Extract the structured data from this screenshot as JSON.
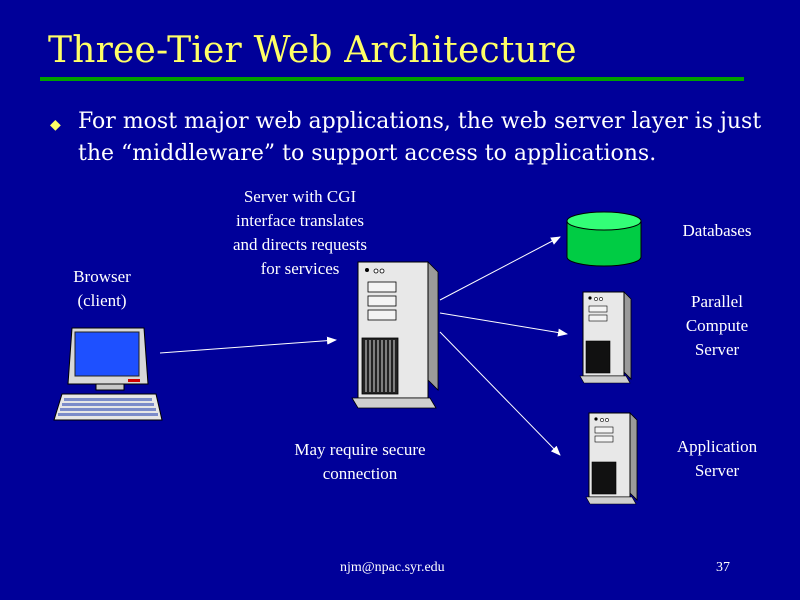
{
  "slide": {
    "title": "Three-Tier Web Architecture",
    "bullet": "For most major web applications, the web server layer is just the “middleware” to support access to applications."
  },
  "diagram": {
    "browser_label": "Browser\n(client)",
    "server_label": "Server with CGI\ninterface translates\nand directs requests\nfor services",
    "secure_note": "May require secure\nconnection",
    "databases_label": "Databases",
    "compute_label": "Parallel\nCompute\nServer",
    "appserver_label": "Application\nServer"
  },
  "footer": {
    "email": "njm@npac.syr.edu",
    "page_number": "37"
  },
  "colors": {
    "background": "#000099",
    "title": "#ffff66",
    "rule": "#00a000",
    "database": "#00cc44"
  }
}
